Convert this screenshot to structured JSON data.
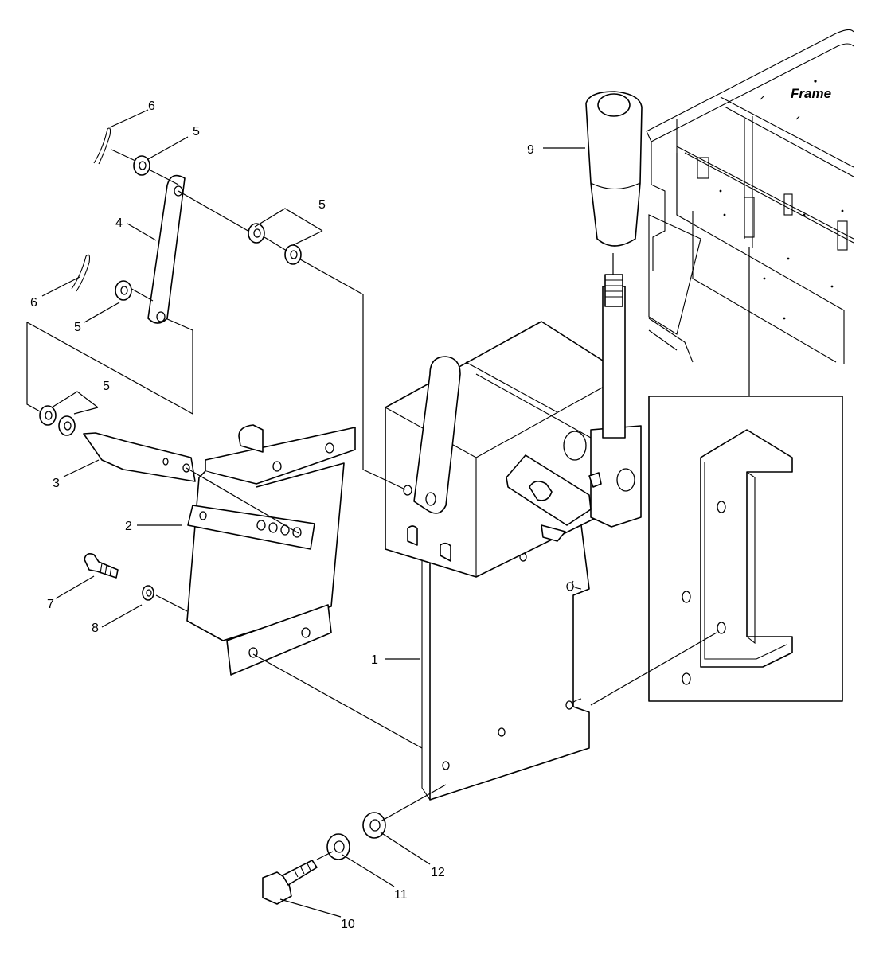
{
  "diagram": {
    "frame_label": "Frame",
    "callouts": [
      {
        "id": "c1",
        "label": "1"
      },
      {
        "id": "c2",
        "label": "2"
      },
      {
        "id": "c3",
        "label": "3"
      },
      {
        "id": "c4",
        "label": "4"
      },
      {
        "id": "c5a",
        "label": "5"
      },
      {
        "id": "c5b",
        "label": "5"
      },
      {
        "id": "c5c",
        "label": "5"
      },
      {
        "id": "c5d",
        "label": "5"
      },
      {
        "id": "c6a",
        "label": "6"
      },
      {
        "id": "c6b",
        "label": "6"
      },
      {
        "id": "c7",
        "label": "7"
      },
      {
        "id": "c8",
        "label": "8"
      },
      {
        "id": "c9",
        "label": "9"
      },
      {
        "id": "c10",
        "label": "10"
      },
      {
        "id": "c11",
        "label": "11"
      },
      {
        "id": "c12",
        "label": "12"
      }
    ]
  }
}
